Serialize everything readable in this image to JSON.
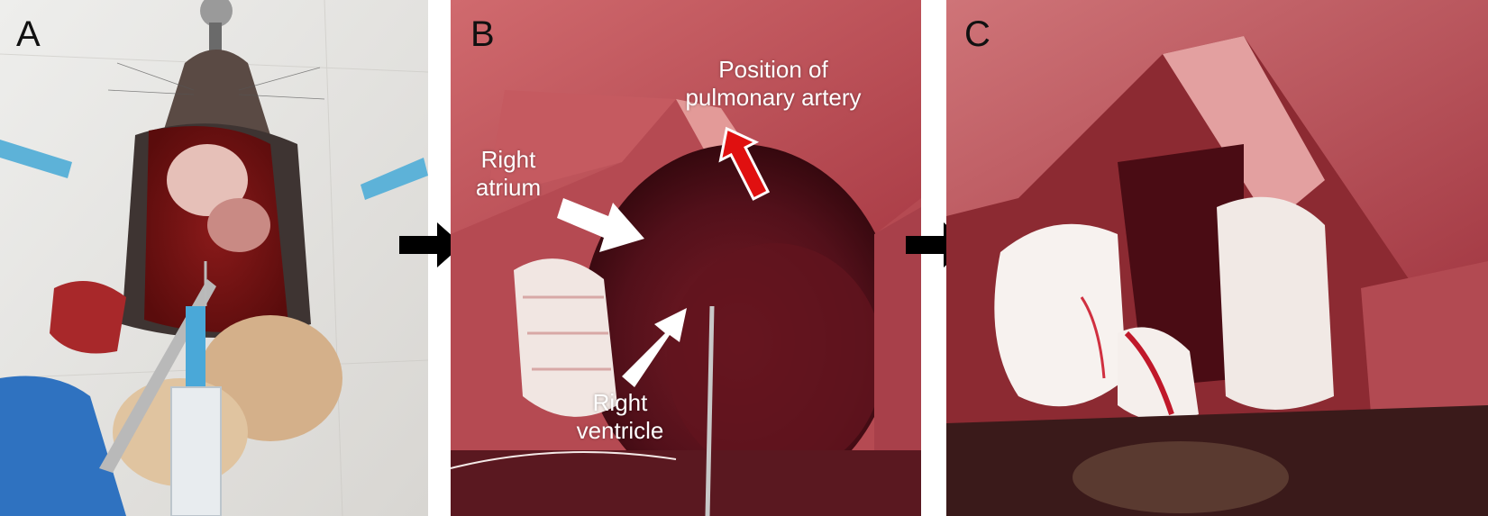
{
  "panels": [
    {
      "letter": "A"
    },
    {
      "letter": "B",
      "labels": {
        "pulmonary_line1": "Position of",
        "pulmonary_line2": "pulmonary artery",
        "atrium_line1": "Right",
        "atrium_line2": "atrium",
        "ventricle_line1": "Right",
        "ventricle_line2": "ventricle"
      }
    },
    {
      "letter": "C"
    }
  ],
  "colors": {
    "highlight_arrow": "#e01010",
    "pointer_arrow": "#ffffff",
    "transition_arrow": "#000000"
  }
}
